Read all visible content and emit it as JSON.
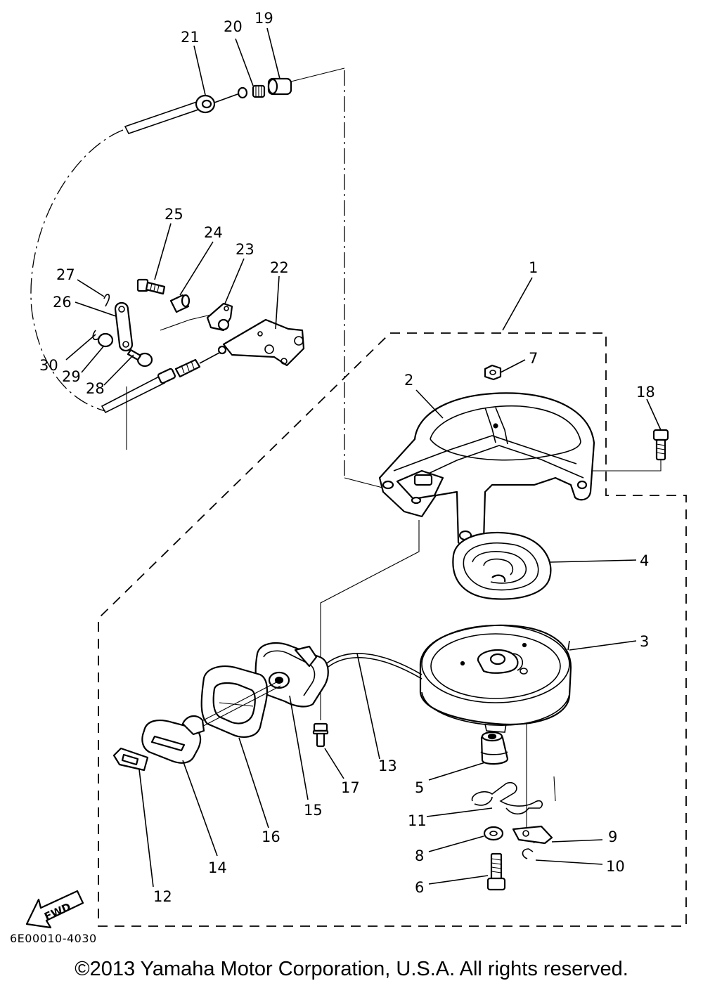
{
  "parts": [
    {
      "id": "label-1",
      "text": "1"
    },
    {
      "id": "label-2",
      "text": "2"
    },
    {
      "id": "label-3",
      "text": "3"
    },
    {
      "id": "label-4",
      "text": "4"
    },
    {
      "id": "label-5",
      "text": "5"
    },
    {
      "id": "label-6",
      "text": "6"
    },
    {
      "id": "label-7",
      "text": "7"
    },
    {
      "id": "label-8",
      "text": "8"
    },
    {
      "id": "label-9",
      "text": "9"
    },
    {
      "id": "label-10",
      "text": "10"
    },
    {
      "id": "label-11",
      "text": "11"
    },
    {
      "id": "label-12",
      "text": "12"
    },
    {
      "id": "label-13",
      "text": "13"
    },
    {
      "id": "label-14",
      "text": "14"
    },
    {
      "id": "label-15",
      "text": "15"
    },
    {
      "id": "label-16",
      "text": "16"
    },
    {
      "id": "label-17",
      "text": "17"
    },
    {
      "id": "label-18",
      "text": "18"
    },
    {
      "id": "label-19",
      "text": "19"
    },
    {
      "id": "label-20",
      "text": "20"
    },
    {
      "id": "label-21",
      "text": "21"
    },
    {
      "id": "label-22",
      "text": "22"
    },
    {
      "id": "label-23",
      "text": "23"
    },
    {
      "id": "label-24",
      "text": "24"
    },
    {
      "id": "label-25",
      "text": "25"
    },
    {
      "id": "label-26",
      "text": "26"
    },
    {
      "id": "label-27",
      "text": "27"
    },
    {
      "id": "label-28",
      "text": "28"
    },
    {
      "id": "label-29",
      "text": "29"
    },
    {
      "id": "label-30",
      "text": "30"
    }
  ],
  "fwd_label": "FWD",
  "diagram_code": "6E00010-4030",
  "copyright": "©2013 Yamaha Motor Corporation, U.S.A. All rights reserved."
}
